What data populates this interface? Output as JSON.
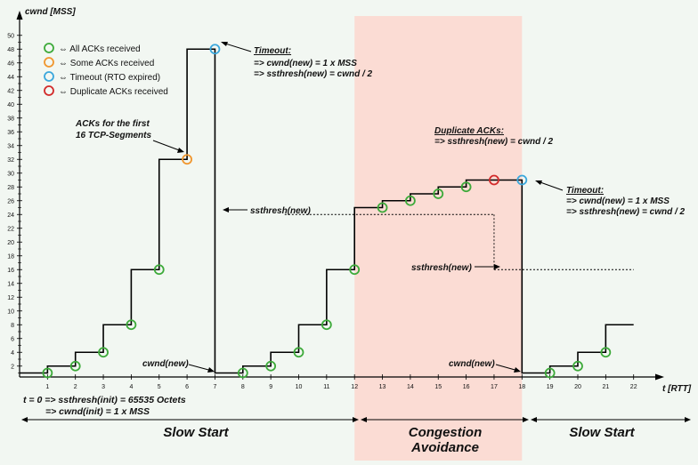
{
  "chart_data": {
    "type": "line",
    "x_axis_label": "t [RTT]",
    "y_axis_label": "cwnd [MSS]",
    "x_ticks": [
      "1",
      "2",
      "3",
      "4",
      "5",
      "6",
      "7",
      "8",
      "9",
      "10",
      "11",
      "12",
      "13",
      "14",
      "15",
      "16",
      "17",
      "18",
      "19",
      "20",
      "21",
      "22"
    ],
    "y_ticks": [
      "2",
      "4",
      "6",
      "8",
      "10",
      "12",
      "14",
      "16",
      "18",
      "20",
      "22",
      "24",
      "26",
      "28",
      "30",
      "32",
      "34",
      "36",
      "38",
      "40",
      "42",
      "44",
      "46",
      "48",
      "50"
    ],
    "xlim": [
      0,
      23
    ],
    "ylim": [
      0,
      51
    ],
    "cwnd_steps": [
      [
        0,
        1
      ],
      [
        1,
        2
      ],
      [
        2,
        4
      ],
      [
        3,
        8
      ],
      [
        4,
        16
      ],
      [
        5,
        32
      ],
      [
        6,
        48
      ],
      [
        7,
        1
      ],
      [
        8,
        2
      ],
      [
        9,
        4
      ],
      [
        10,
        8
      ],
      [
        11,
        16
      ],
      [
        12,
        25
      ],
      [
        13,
        26
      ],
      [
        14,
        27
      ],
      [
        15,
        28
      ],
      [
        16,
        29
      ],
      [
        17,
        29
      ],
      [
        18,
        1
      ],
      [
        19,
        2
      ],
      [
        20,
        4
      ],
      [
        21,
        8
      ],
      [
        22,
        8
      ]
    ],
    "markers": [
      {
        "x": 1,
        "y": 1,
        "kind": "all"
      },
      {
        "x": 2,
        "y": 2,
        "kind": "all"
      },
      {
        "x": 3,
        "y": 4,
        "kind": "all"
      },
      {
        "x": 4,
        "y": 8,
        "kind": "all"
      },
      {
        "x": 5,
        "y": 16,
        "kind": "all"
      },
      {
        "x": 6,
        "y": 32,
        "kind": "some"
      },
      {
        "x": 7,
        "y": 48,
        "kind": "timeout"
      },
      {
        "x": 8,
        "y": 1,
        "kind": "all"
      },
      {
        "x": 9,
        "y": 2,
        "kind": "all"
      },
      {
        "x": 10,
        "y": 4,
        "kind": "all"
      },
      {
        "x": 11,
        "y": 8,
        "kind": "all"
      },
      {
        "x": 12,
        "y": 16,
        "kind": "all"
      },
      {
        "x": 13,
        "y": 25,
        "kind": "all"
      },
      {
        "x": 14,
        "y": 26,
        "kind": "all"
      },
      {
        "x": 15,
        "y": 27,
        "kind": "all"
      },
      {
        "x": 16,
        "y": 28,
        "kind": "all"
      },
      {
        "x": 17,
        "y": 29,
        "kind": "dup"
      },
      {
        "x": 18,
        "y": 29,
        "kind": "timeout"
      },
      {
        "x": 19,
        "y": 1,
        "kind": "all"
      },
      {
        "x": 20,
        "y": 2,
        "kind": "all"
      },
      {
        "x": 21,
        "y": 4,
        "kind": "all"
      }
    ],
    "ssthresh_lines": [
      {
        "from": [
          9.5,
          24
        ],
        "to": [
          17,
          24
        ]
      },
      {
        "from": [
          17,
          24
        ],
        "to": [
          17,
          16
        ]
      },
      {
        "from": [
          17,
          16
        ],
        "to": [
          22,
          16
        ]
      }
    ],
    "congestion_avoidance_range": [
      12,
      18
    ]
  },
  "legend": [
    {
      "kind": "all",
      "label": "⇔ All ACKs received",
      "color": "#3daa3a"
    },
    {
      "kind": "some",
      "label": "⇔ Some ACKs received",
      "color": "#f0962e"
    },
    {
      "kind": "timeout",
      "label": "⇔ Timeout (RTO expired)",
      "color": "#3aa7dc"
    },
    {
      "kind": "dup",
      "label": "⇔ Duplicate ACKs received",
      "color": "#d22a2a"
    }
  ],
  "annotations": {
    "timeout1": {
      "title": "Timeout:",
      "line1": "=> cwnd(new) = 1 x MSS",
      "line2": "=> ssthresh(new) = cwnd / 2"
    },
    "acks_first": {
      "line1": "ACKs for the first",
      "line2": "16 TCP-Segments"
    },
    "ssthresh_new_1": "ssthresh(new)",
    "ssthresh_new_2": "ssthresh(new)",
    "cwnd_new_1": "cwnd(new)",
    "cwnd_new_2": "cwnd(new)",
    "duplicate": {
      "title": "Duplicate ACKs:",
      "line1": "=> ssthresh(new) = cwnd / 2"
    },
    "timeout2": {
      "title": "Timeout:",
      "line1": "=> cwnd(new) = 1 x MSS",
      "line2": "=> ssthresh(new) = cwnd / 2"
    },
    "init": {
      "line1": "t = 0 => ssthresh(init) = 65535 Octets",
      "line2": "=> cwnd(init) = 1 x MSS"
    }
  },
  "phases": {
    "slow_start_1": "Slow Start",
    "congestion_line1": "Congestion",
    "congestion_line2": "Avoidance",
    "slow_start_2": "Slow Start"
  },
  "colors": {
    "all": "#3daa3a",
    "some": "#f0962e",
    "timeout": "#3aa7dc",
    "dup": "#d22a2a",
    "congestion_bg": "#fbdcd4",
    "line": "#000000"
  }
}
